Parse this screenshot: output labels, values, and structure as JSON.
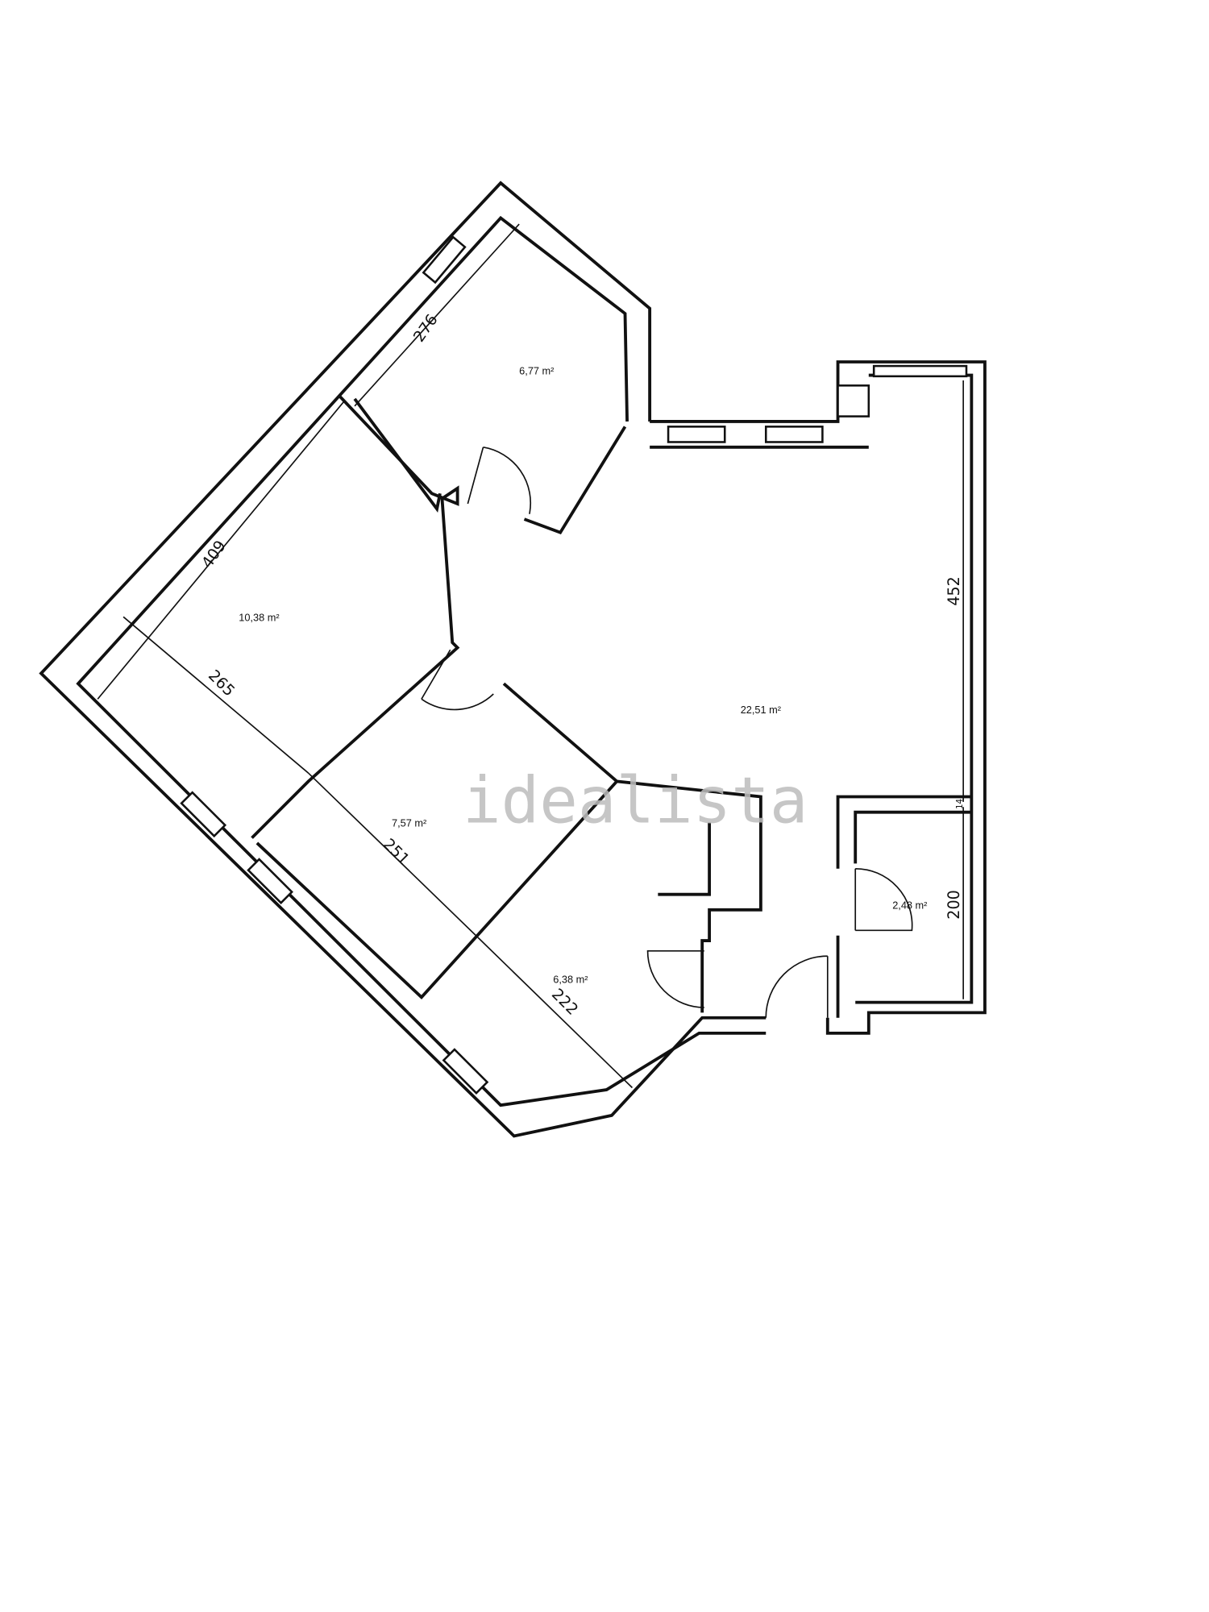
{
  "watermark": "idealista",
  "rooms": [
    {
      "area": "6,77 m²"
    },
    {
      "area": "10,38 m²"
    },
    {
      "area": "22,51 m²"
    },
    {
      "area": "7,57 m²"
    },
    {
      "area": "6,38 m²"
    },
    {
      "area": "2,48 m²"
    }
  ],
  "dimensions": [
    "276",
    "409",
    "265",
    "251",
    "222",
    "452",
    "200",
    "14"
  ]
}
